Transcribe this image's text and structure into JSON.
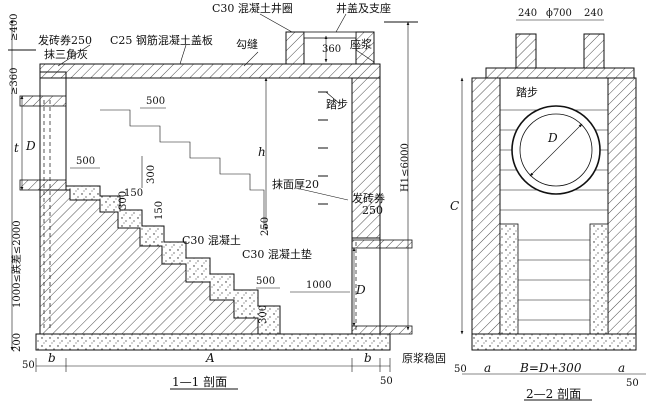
{
  "section_1": {
    "caption": "1—1 剖面",
    "labels": {
      "well_ring": "C30 混凝土井圈",
      "cover_seat": "井盖及支座",
      "brick_arch_top": "发砖券250",
      "cover_slab": "C25 钢筋混凝土盖板",
      "triangle_ash": "抹三角灰",
      "pointing": "勾缝",
      "mortar_bed": "座浆",
      "step_ladder": "踏步",
      "plaster": "抹面厚20",
      "brick_arch_side": "发砖券",
      "brick_arch_side_val": "250",
      "concrete": "C30 混凝土",
      "concrete_pad": "C30 混凝土垫",
      "grout": "原浆稳固"
    },
    "dims": {
      "top_400": "≥400",
      "top_360": "360",
      "left_360": "≥360",
      "D_in": "D",
      "D_out": "D",
      "h": "h",
      "H1": "H1≤6000",
      "drop": "1000≤跌差≤2000",
      "t": "t",
      "base_200": "200",
      "step_500a": "500",
      "step_500b": "500",
      "step_500c": "500",
      "step_300a": "300",
      "step_300b": "300",
      "step_300c": "300",
      "step_150a": "150",
      "step_150b": "150",
      "step_1000": "1000",
      "v_250": "250",
      "A": "A",
      "b_left": "b",
      "b_right": "b",
      "left_50": "50",
      "right_50": "50"
    }
  },
  "section_2": {
    "caption": "2—2 剖面",
    "labels": {
      "step_ladder": "踏步"
    },
    "dims": {
      "top_240a": "240",
      "top_700": "ϕ700",
      "top_240b": "240",
      "D": "D",
      "C": "C",
      "left_50": "50",
      "a_left": "a",
      "B": "B=D+300",
      "a_right": "a",
      "right_50": "50"
    }
  }
}
